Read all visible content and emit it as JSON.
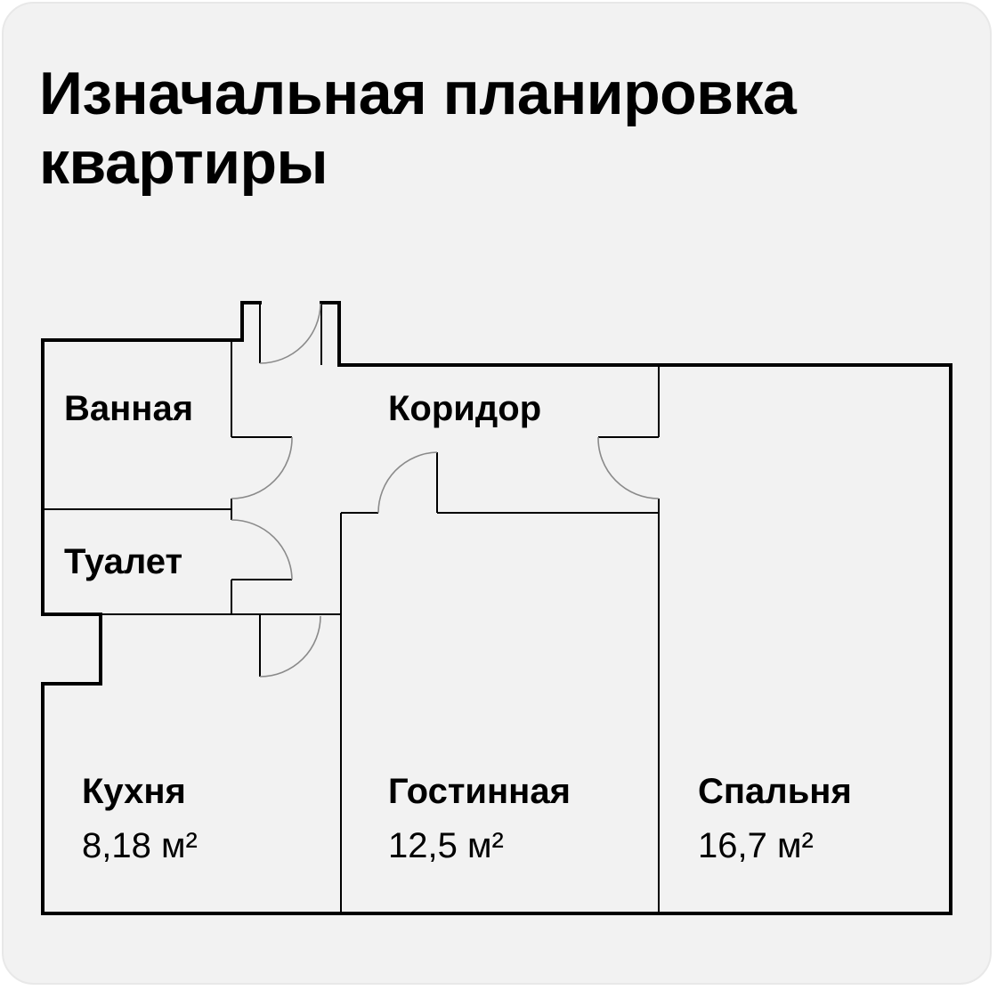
{
  "title": "Изначальная планировка квартиры",
  "rooms": {
    "bathroom": {
      "name": "Ванная"
    },
    "corridor": {
      "name": "Коридор"
    },
    "toilet": {
      "name": "Туалет"
    },
    "kitchen": {
      "name": "Кухня",
      "area": "8,18 м²"
    },
    "living": {
      "name": "Гостинная",
      "area": "12,5 м²"
    },
    "bedroom": {
      "name": "Спальня",
      "area": "16,7 м²"
    }
  },
  "colors": {
    "background": "#f2f2f2",
    "border": "#e8e8e8",
    "wall": "#000000",
    "door_swing": "#8a8a8a"
  }
}
